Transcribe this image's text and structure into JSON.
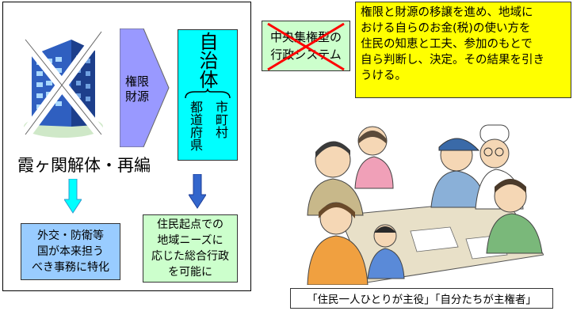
{
  "left_panel": {
    "caption": "霞ヶ関解体・再編",
    "arrow_label_line1": "権限",
    "arrow_label_line2": "財源",
    "jichitai": "自治体",
    "municipal": "市町村",
    "prefecture": "都道府県",
    "box_left_lines": [
      "外交・防衛等",
      "国が本来担う",
      "べき事務に特化"
    ],
    "box_right_lines": [
      "住民起点での",
      "地域ニーズに",
      "応じた総合行政",
      "を可能に"
    ]
  },
  "right_panel": {
    "crossed_box_lines": [
      "中央集権型の",
      "行政システム"
    ],
    "note_lines": [
      "権限と財源の移譲を進め、地域に",
      "おける自らのお金(税)の使い方を",
      "住民の知恵と工夫、参加のもとで",
      "自ら判断し、決定。その結果を引き",
      "うける。"
    ],
    "slogan": "「住民一人ひとりが主役」「自分たちが主権者」"
  },
  "colors": {
    "light_blue": "#99ccff",
    "cyan": "#00ffff",
    "purple_arrow": "#9999ff",
    "green": "#ccffcc",
    "yellow": "#ffff00",
    "cross": "#ff0000"
  }
}
